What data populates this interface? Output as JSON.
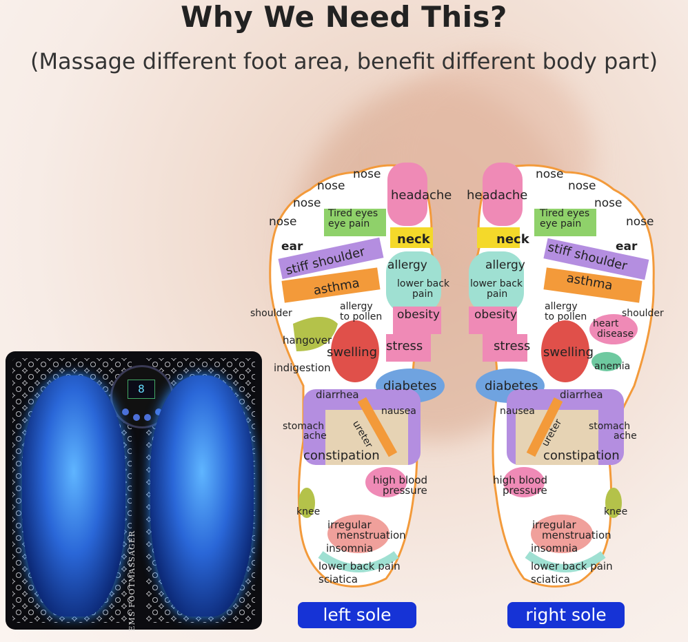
{
  "header": {
    "title": "Why We Need This?",
    "subtitle": "(Massage different foot area, benefit different body part)"
  },
  "device": {
    "label": "EMS FOOTMASSAGER",
    "display": "8"
  },
  "left_sole": {
    "button_label": "left sole",
    "labels": {
      "nose1": "nose",
      "nose2": "nose",
      "nose3": "nose",
      "nose4": "nose",
      "headache": "headache",
      "tired_eyes": "Tired eyes",
      "eye_pain": "eye pain",
      "neck": "neck",
      "ear": "ear",
      "stiff_shoulder": "stiff shoulder",
      "allergy": "allergy",
      "asthma": "asthma",
      "lower_back": "lower back",
      "pain": "pain",
      "shoulder": "shoulder",
      "allergy_pollen1": "allergy",
      "allergy_pollen2": "to pollen",
      "obesity": "obesity",
      "hangover": "hangover",
      "swelling": "swelling",
      "stress": "stress",
      "indigestion": "indigestion",
      "diabetes": "diabetes",
      "diarrhea": "diarrhea",
      "nausea": "nausea",
      "stomach": "stomach",
      "ache": "ache",
      "ureter": "ureter",
      "constipation": "constipation",
      "hbp1": "high blood",
      "hbp2": "pressure",
      "knee": "knee",
      "irregular": "irregular",
      "menstruation": "menstruation",
      "insomnia": "insomnia",
      "lower_back_pain": "lower back pain",
      "sciatica": "sciatica"
    }
  },
  "right_sole": {
    "button_label": "right sole",
    "labels": {
      "nose1": "nose",
      "nose2": "nose",
      "nose3": "nose",
      "nose4": "nose",
      "headache": "headache",
      "tired_eyes": "Tired eyes",
      "eye_pain": "eye pain",
      "neck": "neck",
      "ear": "ear",
      "stiff_shoulder": "stiff shoulder",
      "allergy": "allergy",
      "asthma": "asthma",
      "lower_back": "lower back",
      "pain": "pain",
      "shoulder": "shoulder",
      "allergy_pollen1": "allergy",
      "allergy_pollen2": "to pollen",
      "heart1": "heart",
      "heart2": "disease",
      "obesity": "obesity",
      "swelling": "swelling",
      "stress": "stress",
      "anemia": "anemia",
      "diabetes": "diabetes",
      "diarrhea": "diarrhea",
      "nausea": "nausea",
      "stomach": "stomach",
      "ache": "ache",
      "ureter": "ureter",
      "constipation": "constipation",
      "hbp1": "high blood",
      "hbp2": "pressure",
      "knee": "knee",
      "irregular": "irregular",
      "menstruation": "menstruation",
      "insomnia": "insomnia",
      "lower_back_pain": "lower back pain",
      "sciatica": "sciatica"
    }
  },
  "colors": {
    "accent_button": "#1633d6",
    "pink": "#ef8ab6",
    "yellow": "#f4d92a",
    "orange": "#f39a3a",
    "green": "#8fd16a",
    "teal": "#9fe0d2",
    "red": "#e0504a",
    "purple": "#b48ee0",
    "tan": "#e6d3b4"
  }
}
